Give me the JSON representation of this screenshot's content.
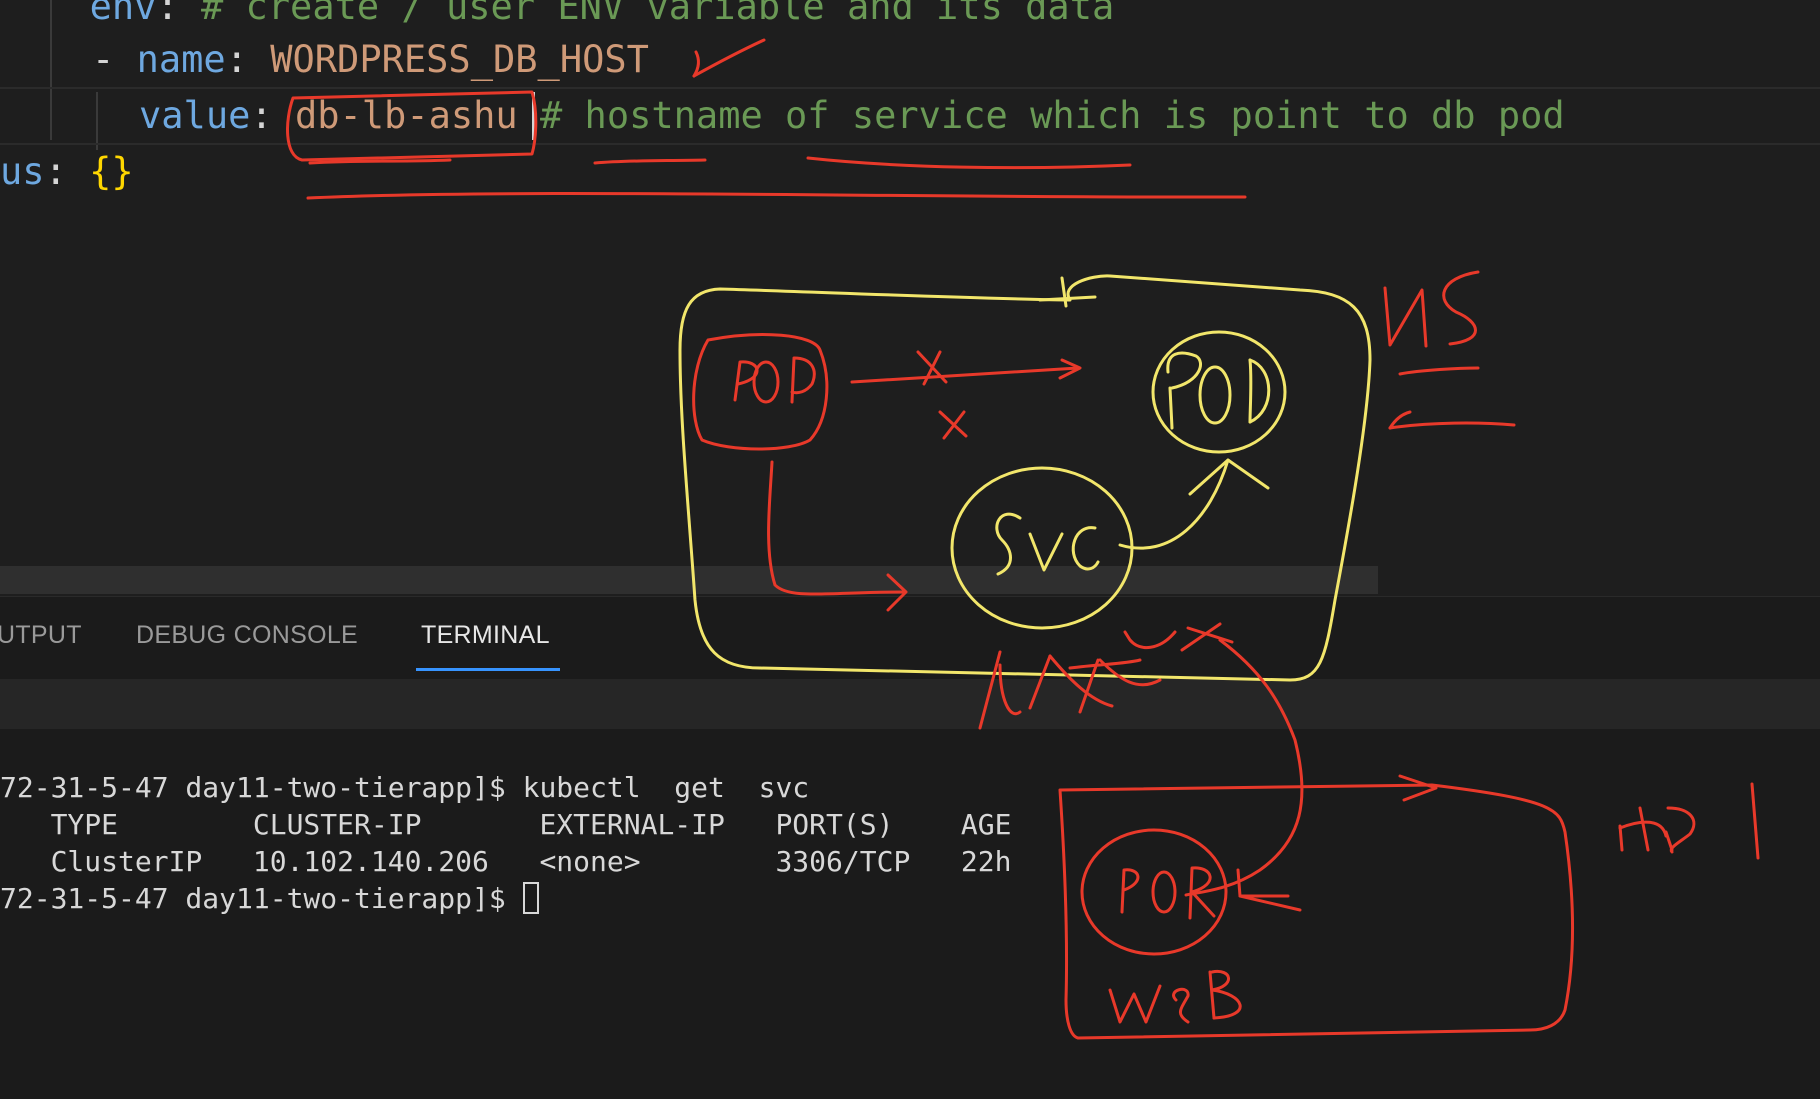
{
  "editor": {
    "lines": [
      {
        "indent": "  ",
        "key": "env",
        "punc": ":",
        "comment": " # create / user ENV variable and its data"
      },
      {
        "indent": "  ",
        "dash": "- ",
        "key": "name",
        "punc": ":",
        "value": " WORDPRESS_DB_HOST"
      },
      {
        "indent": "    ",
        "key": "value",
        "punc": ":",
        "value": " db-lb-ashu",
        "comment": " # hostname of service which is point to db pod"
      },
      {
        "key": "us",
        "punc": ":",
        "brace": " {}"
      }
    ]
  },
  "panel": {
    "tabs": [
      {
        "label": "OUTPUT",
        "visible_label": "UTPUT"
      },
      {
        "label": "DEBUG CONSOLE"
      },
      {
        "label": "TERMINAL",
        "active": true
      }
    ]
  },
  "terminal": {
    "lines": [
      "72-31-5-47 day11-two-tierapp]$ kubectl  get  svc",
      "   TYPE        CLUSTER-IP       EXTERNAL-IP   PORT(S)    AGE",
      "   ClusterIP   10.102.140.206   <none>        3306/TCP   22h",
      "72-31-5-47 day11-two-tierapp]$ "
    ]
  },
  "annotations": {
    "labels": [
      "pod",
      "pod",
      "svc",
      "NS",
      "NS1",
      "pod",
      "web"
    ],
    "colors": {
      "yellow": "#f2e66b",
      "red": "#e8392a"
    }
  },
  "colors": {
    "editor_bg": "#1e1e1e",
    "key": "#6ea8e0",
    "string": "#cf9a78",
    "comment": "#6a9955",
    "brace": "#ffd700",
    "tab_active_underline": "#3794ff"
  }
}
